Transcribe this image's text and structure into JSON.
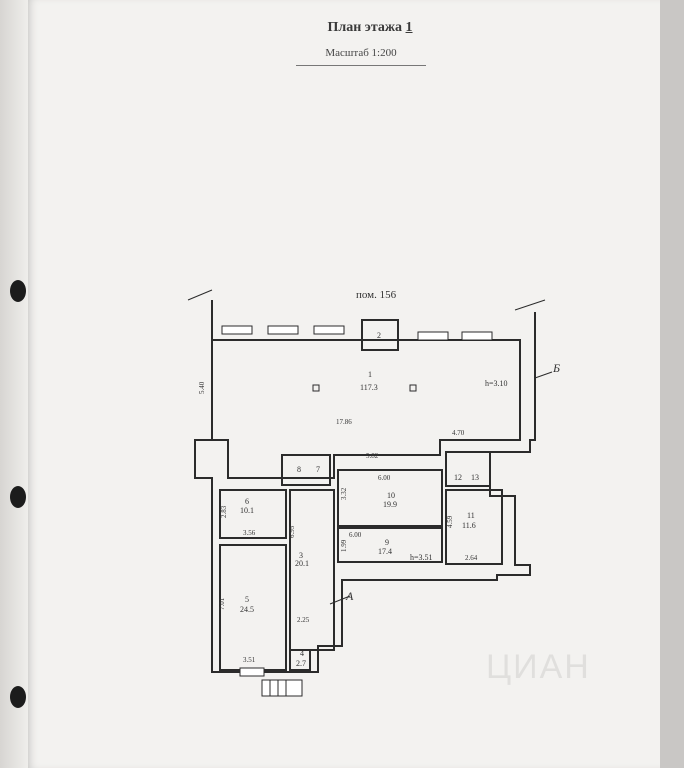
{
  "header": {
    "title": "План этажа",
    "floor_number": "1",
    "scale": "Масштаб 1:200"
  },
  "plan": {
    "adjacent_room": "пом. 156",
    "section_a": "А",
    "section_b": "Б",
    "height_main": "h=3.10",
    "height_9": "h=3.51",
    "rooms": [
      {
        "num": "1",
        "area": "117.3"
      },
      {
        "num": "2",
        "area": ""
      },
      {
        "num": "3",
        "area": "20.1"
      },
      {
        "num": "4",
        "area": "2.7"
      },
      {
        "num": "5",
        "area": "24.5"
      },
      {
        "num": "6",
        "area": "10.1"
      },
      {
        "num": "7",
        "area": ""
      },
      {
        "num": "8",
        "area": ""
      },
      {
        "num": "9",
        "area": "17.4"
      },
      {
        "num": "10",
        "area": "19.9"
      },
      {
        "num": "11",
        "area": "11.6"
      },
      {
        "num": "12",
        "area": ""
      },
      {
        "num": "13",
        "area": ""
      }
    ],
    "dims": [
      "5.40",
      "17.86",
      "5.82",
      "4.70",
      "6.00",
      "3.32",
      "2.83",
      "3.56",
      "6.95",
      "1.99",
      "6.00",
      "4.59",
      "2.64",
      "7.01",
      "2.25",
      "3.51"
    ]
  },
  "watermark": "ЦИАН"
}
